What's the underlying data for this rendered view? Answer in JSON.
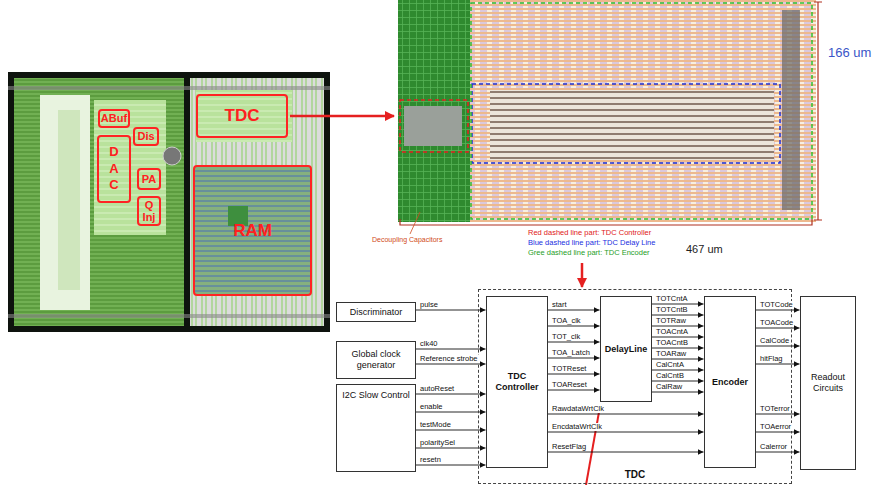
{
  "diagram": {
    "nodes": [
      {
        "text": [
          "ABuf"
        ]
      },
      {
        "text": [
          "Dis"
        ]
      },
      {
        "text": [
          "D A C"
        ]
      },
      {
        "text": [
          "TDC"
        ]
      },
      {
        "text": [
          "PA"
        ]
      },
      {
        "text": [
          "Q Inj"
        ]
      },
      {
        "text": [
          "RAM"
        ]
      },
      {
        "text": [
          "Discriminator"
        ]
      },
      {
        "text": [
          "Global clock generator"
        ]
      },
      {
        "text": [
          "I2C Slow Control"
        ]
      },
      {
        "text": [
          "TDC"
        ]
      },
      {
        "text": [
          "TDC Controller"
        ],
        "in": 10
      },
      {
        "text": [
          "DelayLine"
        ],
        "in": 10
      },
      {
        "text": [
          "Encoder"
        ],
        "in": 10
      },
      {
        "text": [
          "Readout Circuits"
        ]
      }
    ],
    "edges": [
      {
        "from": 7,
        "to": 11,
        "arrow": "to",
        "label": "pulse"
      },
      {
        "from": 8,
        "to": 11,
        "arrow": "to",
        "label": "clk40"
      },
      {
        "from": 8,
        "to": 11,
        "arrow": "to",
        "label": "Reference strobe"
      },
      {
        "from": 9,
        "to": 11,
        "arrow": "to",
        "label": "autoReset"
      },
      {
        "from": 9,
        "to": 11,
        "arrow": "to",
        "label": "enable"
      },
      {
        "from": 9,
        "to": 11,
        "arrow": "to",
        "label": "testMode"
      },
      {
        "from": 9,
        "to": 11,
        "arrow": "to",
        "label": "polaritySel"
      },
      {
        "from": 9,
        "to": 11,
        "arrow": "to",
        "label": "resetn"
      },
      {
        "from": 11,
        "to": 12,
        "arrow": "to",
        "label": "start"
      },
      {
        "from": 11,
        "to": 12,
        "arrow": "to",
        "label": "TOA_clk"
      },
      {
        "from": 11,
        "to": 12,
        "arrow": "to",
        "label": "TOT_clk"
      },
      {
        "from": 11,
        "to": 12,
        "arrow": "to",
        "label": "TOA_Latch"
      },
      {
        "from": 11,
        "to": 12,
        "arrow": "to",
        "label": "TOTReset"
      },
      {
        "from": 11,
        "to": 12,
        "arrow": "to",
        "label": "TOAReset"
      },
      {
        "from": 12,
        "to": 13,
        "arrow": "to",
        "label": "TOTCntA"
      },
      {
        "from": 12,
        "to": 13,
        "arrow": "to",
        "label": "TOTCntB"
      },
      {
        "from": 12,
        "to": 13,
        "arrow": "to",
        "label": "TOTRaw"
      },
      {
        "from": 12,
        "to": 13,
        "arrow": "to",
        "label": "TOACntA"
      },
      {
        "from": 12,
        "to": 13,
        "arrow": "to",
        "label": "TOACntB"
      },
      {
        "from": 12,
        "to": 13,
        "arrow": "to",
        "label": "TOARaw"
      },
      {
        "from": 12,
        "to": 13,
        "arrow": "to",
        "label": "CalCntA"
      },
      {
        "from": 12,
        "to": 13,
        "arrow": "to",
        "label": "CalCntB"
      },
      {
        "from": 12,
        "to": 13,
        "arrow": "to",
        "label": "CalRaw"
      },
      {
        "from": 11,
        "to": 13,
        "arrow": "to",
        "label": "RawdataWrtClk"
      },
      {
        "from": 11,
        "to": 13,
        "arrow": "to",
        "label": "EncdataWrtClk"
      },
      {
        "from": 11,
        "to": 13,
        "arrow": "to",
        "label": "ResetFlag"
      },
      {
        "from": 13,
        "to": 14,
        "arrow": "to",
        "label": "TOTCode"
      },
      {
        "from": 13,
        "to": 14,
        "arrow": "to",
        "label": "TOACode"
      },
      {
        "from": 13,
        "to": 14,
        "arrow": "to",
        "label": "CalCode"
      },
      {
        "from": 13,
        "to": 14,
        "arrow": "to",
        "label": "hitFlag"
      },
      {
        "from": 13,
        "to": 14,
        "arrow": "to",
        "label": "TOTerror"
      },
      {
        "from": 13,
        "to": 14,
        "arrow": "to",
        "label": "TOAerror"
      },
      {
        "from": 13,
        "to": 14,
        "arrow": "to",
        "label": "Calerror"
      }
    ],
    "labels": [
      "166 um",
      "Decoupling Capacitors",
      "Red dashed line part: TDC Controller",
      "Blue dashed line part: TDC Delay Line",
      "Gree dashed line part: TDC Encoder",
      "467 um"
    ]
  }
}
